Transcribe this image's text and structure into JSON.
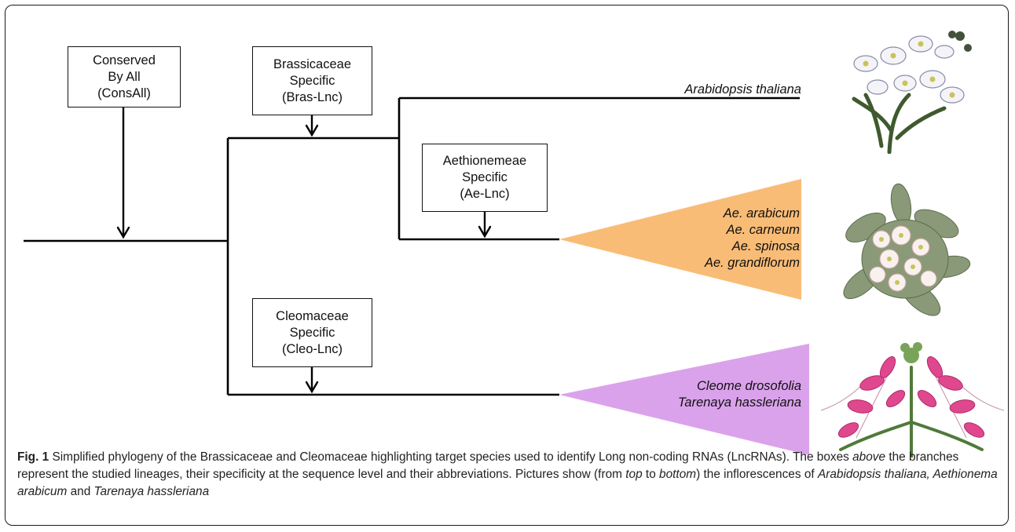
{
  "boxes": {
    "consall": [
      "Conserved",
      "By All",
      "(ConsAll)"
    ],
    "bras": [
      "Brassicaceae",
      "Specific",
      "(Bras-Lnc)"
    ],
    "ae": [
      "Aethionemeae",
      "Specific",
      "(Ae-Lnc)"
    ],
    "cleo": [
      "Cleomaceae",
      "Specific",
      "(Cleo-Lnc)"
    ]
  },
  "species": {
    "arabidopsis": "Arabidopsis thaliana",
    "aethionema": [
      "Ae. arabicum",
      "Ae. carneum",
      "Ae. spinosa",
      "Ae. grandiflorum"
    ],
    "cleome": [
      "Cleome drosofolia",
      "Tarenaya hassleriana"
    ]
  },
  "colors": {
    "aethionema_clade": "#f9bc76",
    "cleome_clade": "#dba2ec",
    "line": "#000000"
  },
  "caption": {
    "fig_label": "Fig. 1",
    "text1": " Simplified phylogeny of the Brassicaceae and Cleomaceae highlighting target species used to identify Long non-coding RNAs (LncRNAs). The boxes ",
    "em1": "above",
    "text2": " the branches represent the studied lineages, their specificity at the sequence level and their abbreviations. Pictures show (from ",
    "em2": "top",
    "text3": " to ",
    "em3": "bottom",
    "text4": ") the inflorescences of ",
    "em4": "Arabidopsis thaliana, Aethionema arabicum",
    "text5": " and ",
    "em5": "Tarenaya hassleriana"
  },
  "pictures": [
    "arabidopsis-flower-photo",
    "aethionema-flower-photo",
    "tarenaya-flower-photo"
  ]
}
